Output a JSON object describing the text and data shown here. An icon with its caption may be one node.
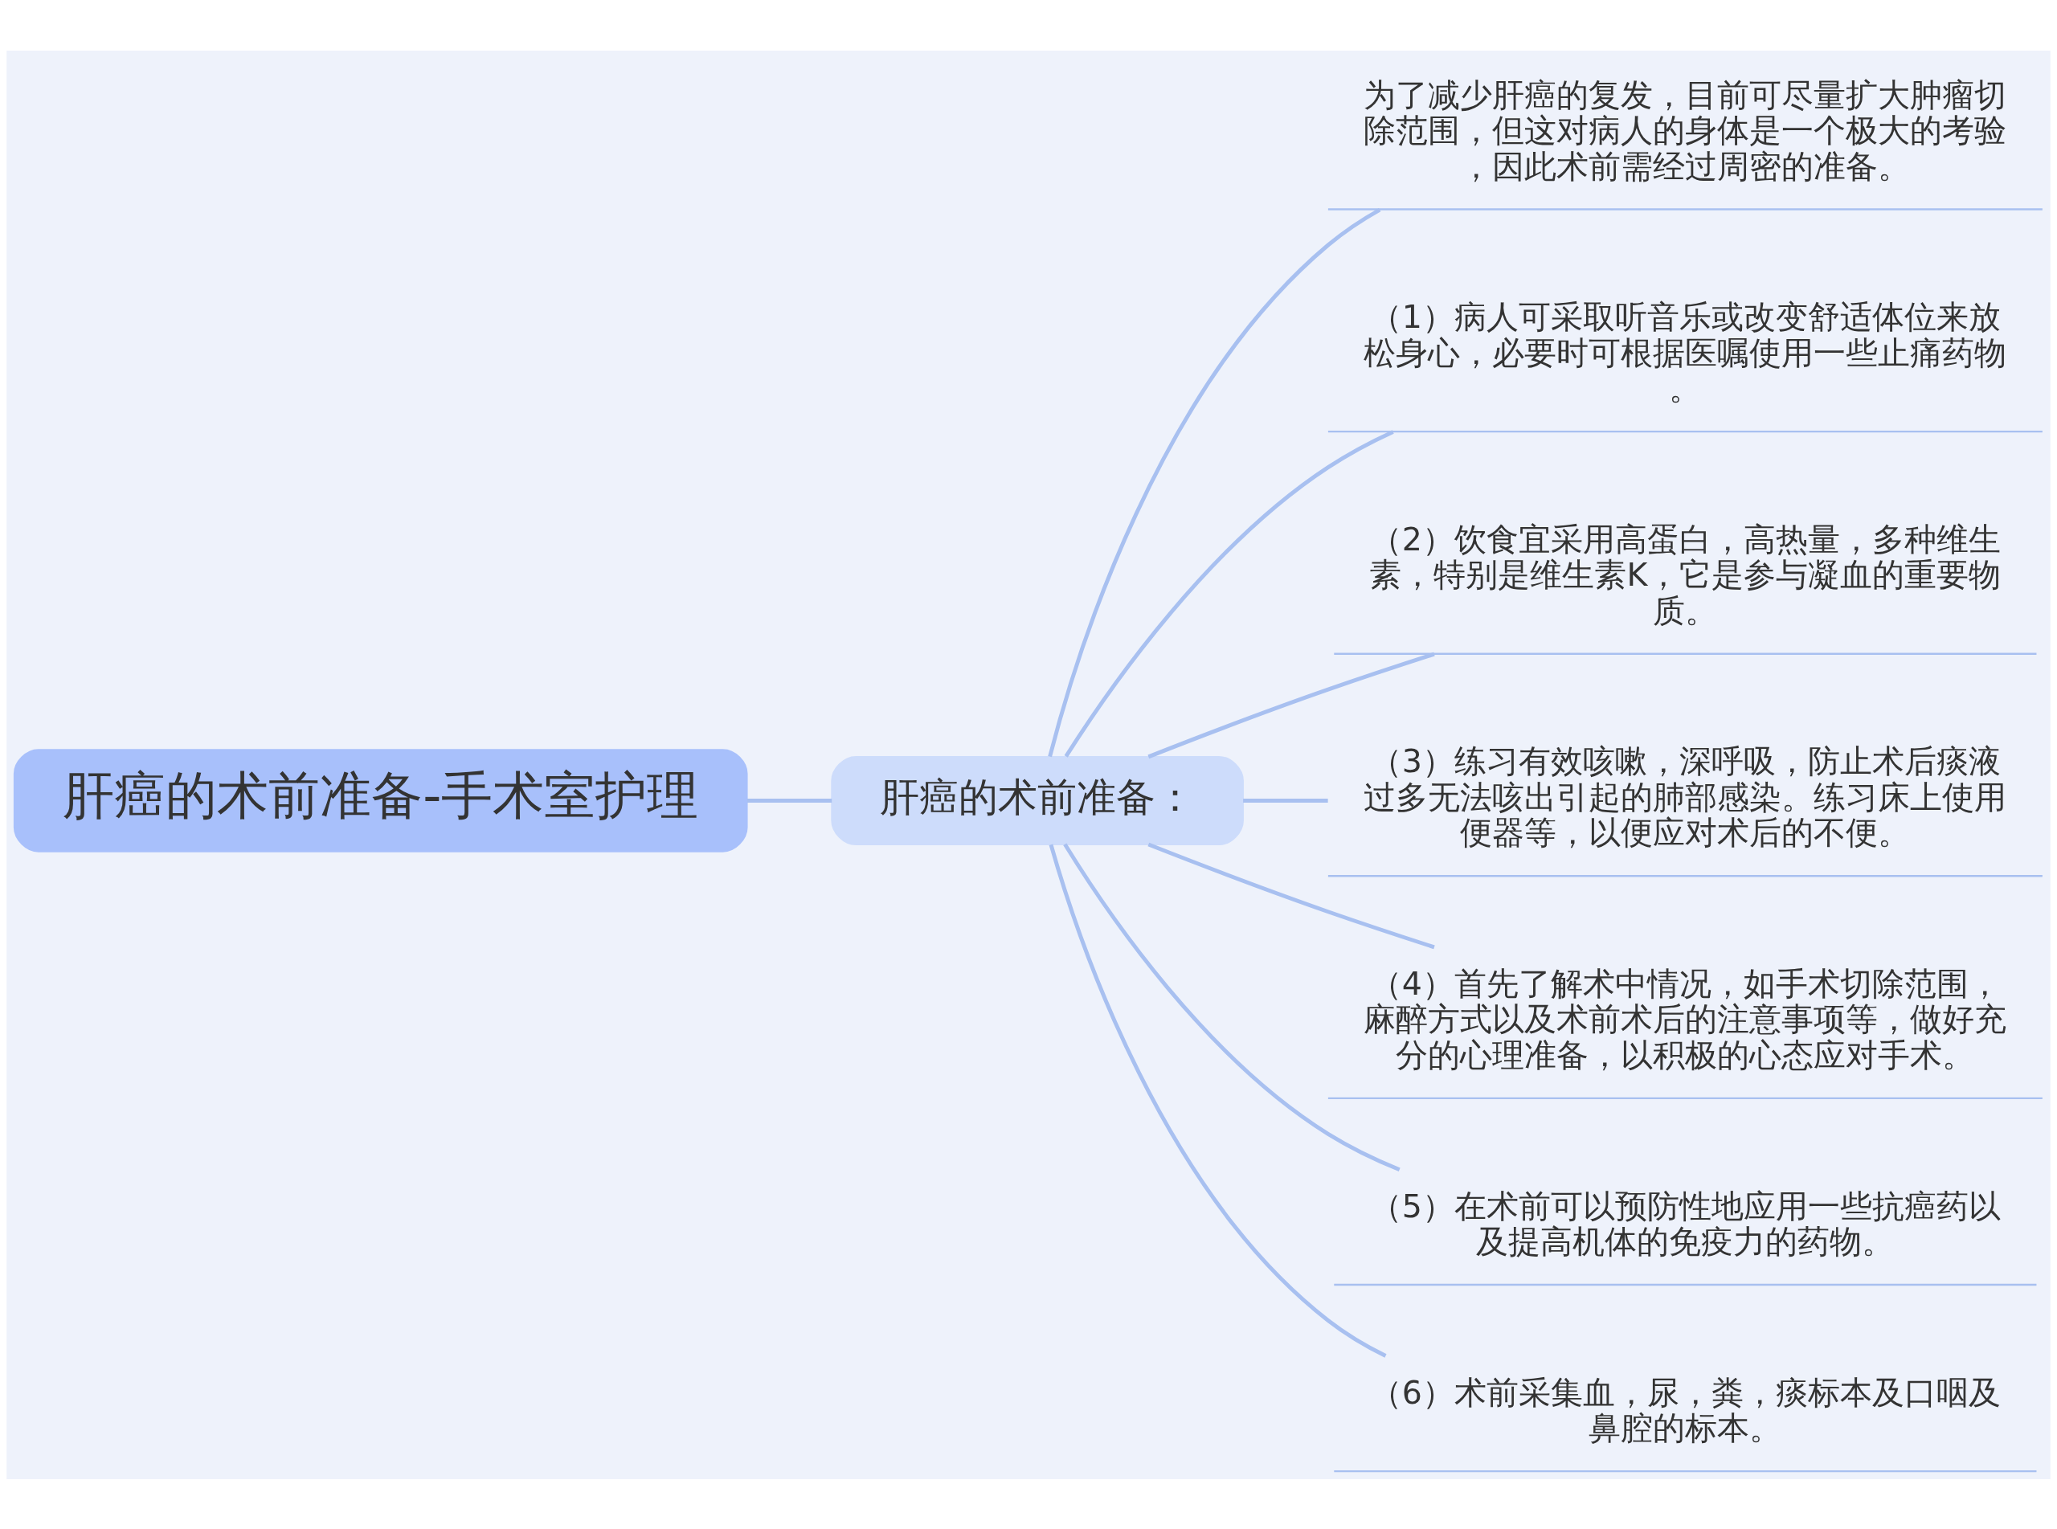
{
  "diagram": {
    "nodes": [
      {
        "text": [
          "肝癌的术前准备-手术室护理"
        ]
      },
      {
        "text": [
          "肝癌的术前准备："
        ]
      },
      {
        "text": [
          "为了减少肝癌的复发，目前可尽量扩大肿瘤切除范围，但这对病人的身体是一个极大的考验，因此术前需经过周密的准备。"
        ]
      },
      {
        "text": [
          "（1）病人可采取听音乐或改变舒适体位来放松身心，必要时可根据医嘱使用一些止痛药物。"
        ]
      },
      {
        "text": [
          "（2）饮食宜采用高蛋白，高热量，多种维生素，特别是维生素K，它是参与凝血的重要物质。"
        ]
      },
      {
        "text": [
          "（3）练习有效咳嗽，深呼吸，防止术后痰液过多无法咳出引起的肺部感染。练习床上使用便器等，以便应对术后的不便。"
        ]
      },
      {
        "text": [
          "（4）首先了解术中情况，如手术切除范围，麻醉方式以及术前术后的注意事项等，做好充分的心理准备，以积极的心态应对手术。"
        ]
      },
      {
        "text": [
          "（5）在术前可以预防性地应用一些抗癌药以及提高机体的免疫力的药物。"
        ]
      },
      {
        "text": [
          "（6）术前采集血，尿，粪，痰标本及口咽及鼻腔的标本。"
        ]
      }
    ],
    "edges": [
      {
        "from": 0,
        "to": 1,
        "arrow": "none"
      },
      {
        "from": 1,
        "to": 2,
        "arrow": "none"
      },
      {
        "from": 1,
        "to": 3,
        "arrow": "none"
      },
      {
        "from": 1,
        "to": 4,
        "arrow": "none"
      },
      {
        "from": 1,
        "to": 5,
        "arrow": "none"
      },
      {
        "from": 1,
        "to": 6,
        "arrow": "none"
      },
      {
        "from": 1,
        "to": 7,
        "arrow": "none"
      },
      {
        "from": 1,
        "to": 8,
        "arrow": "none"
      }
    ]
  }
}
